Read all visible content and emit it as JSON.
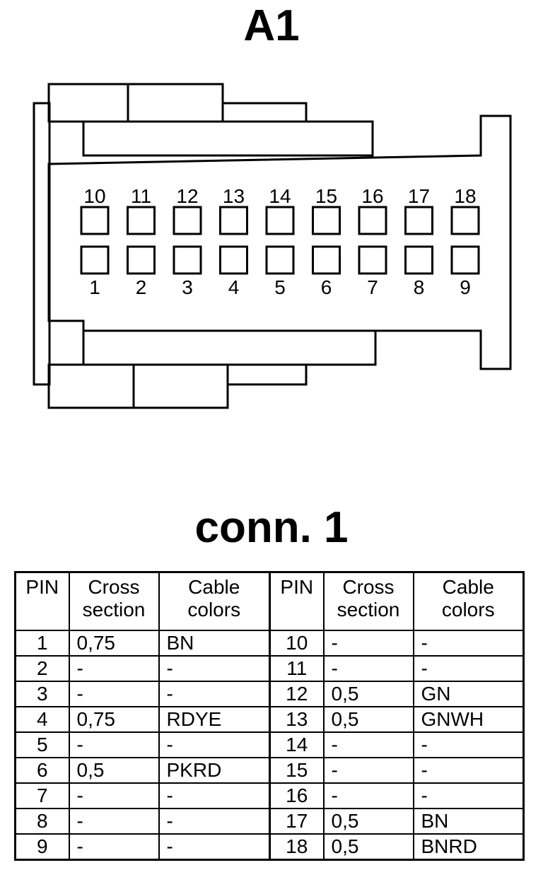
{
  "diagram_title": "A1",
  "table_title": "conn. 1",
  "connector": {
    "top_row_pins": [
      "10",
      "11",
      "12",
      "13",
      "14",
      "15",
      "16",
      "17",
      "18"
    ],
    "bottom_row_pins": [
      "1",
      "2",
      "3",
      "4",
      "5",
      "6",
      "7",
      "8",
      "9"
    ]
  },
  "table": {
    "headers": [
      {
        "line1": "PIN",
        "line2": ""
      },
      {
        "line1": "Cross",
        "line2": "section"
      },
      {
        "line1": "Cable",
        "line2": "colors"
      },
      {
        "line1": "PIN",
        "line2": ""
      },
      {
        "line1": "Cross",
        "line2": "section"
      },
      {
        "line1": "Cable",
        "line2": "colors"
      }
    ],
    "rows": [
      [
        "1",
        "0,75",
        "BN",
        "10",
        "-",
        "-"
      ],
      [
        "2",
        "-",
        "-",
        "11",
        "-",
        "-"
      ],
      [
        "3",
        "-",
        "-",
        "12",
        "0,5",
        "GN"
      ],
      [
        "4",
        "0,75",
        "RDYE",
        "13",
        "0,5",
        "GNWH"
      ],
      [
        "5",
        "-",
        "-",
        "14",
        "-",
        "-"
      ],
      [
        "6",
        "0,5",
        "PKRD",
        "15",
        "-",
        "-"
      ],
      [
        "7",
        "-",
        "-",
        "16",
        "-",
        "-"
      ],
      [
        "8",
        "-",
        "-",
        "17",
        "0,5",
        "BN"
      ],
      [
        "9",
        "-",
        "-",
        "18",
        "0,5",
        "BNRD"
      ]
    ]
  }
}
